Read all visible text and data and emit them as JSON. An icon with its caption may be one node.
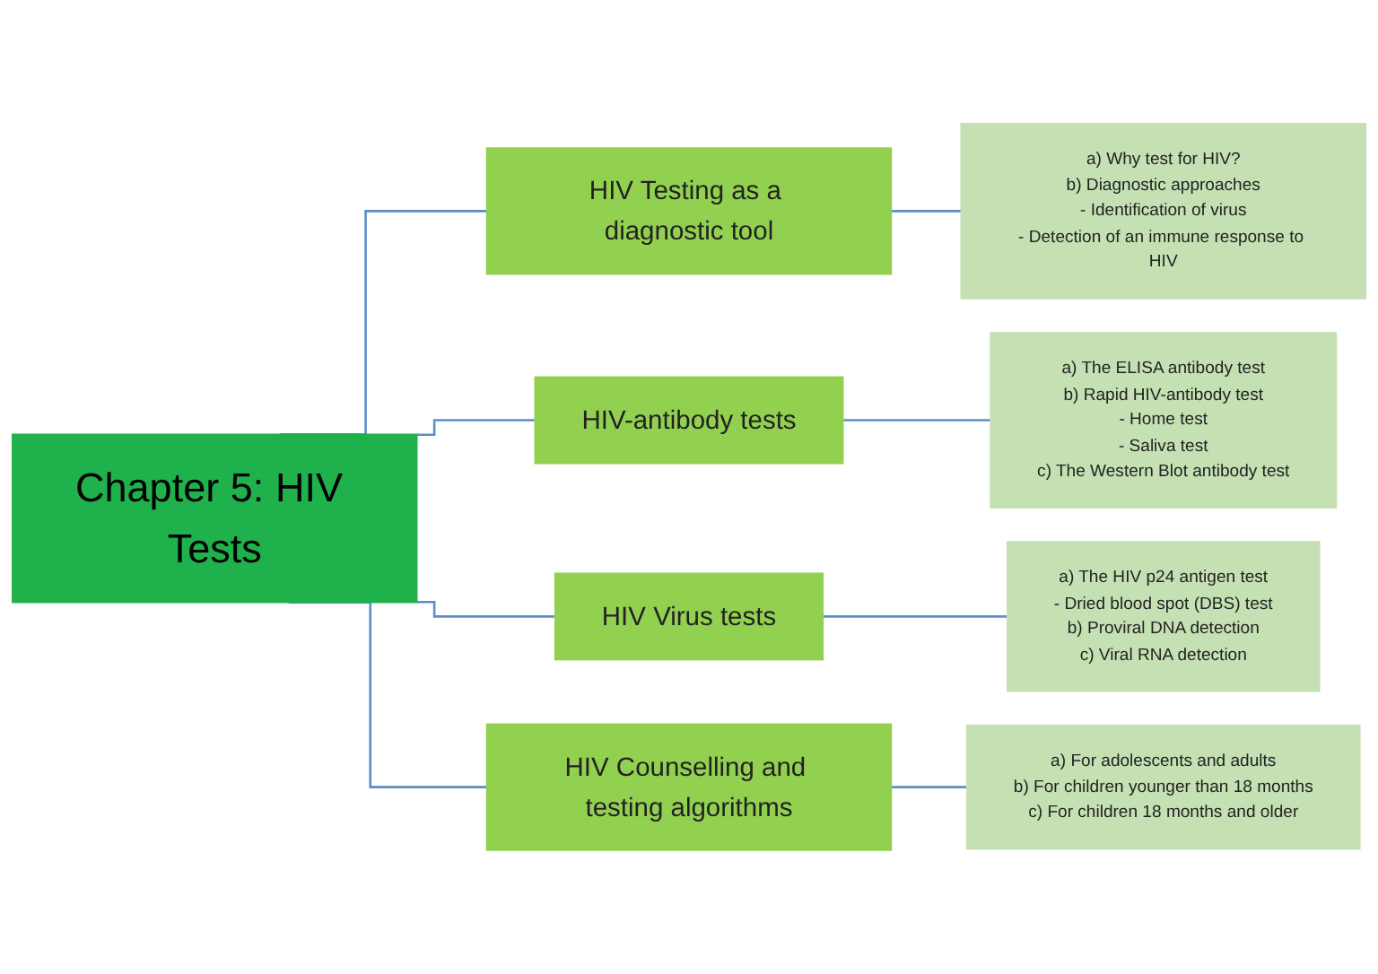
{
  "diagram": {
    "nodes": [
      {
        "text": [
          "Chapter 5: HIV Tests"
        ]
      },
      {
        "text": [
          "HIV Testing as a diagnostic tool"
        ]
      },
      {
        "text": [
          "HIV-antibody tests"
        ]
      },
      {
        "text": [
          "HIV Virus tests"
        ]
      },
      {
        "text": [
          "HIV Counselling and testing algorithms"
        ]
      },
      {
        "text": [
          "a) Why test for HIV?",
          "b) Diagnostic approaches",
          "- Identification of virus",
          "- Detection of an immune response to HIV"
        ]
      },
      {
        "text": [
          "a) The ELISA antibody test",
          "b) Rapid HIV-antibody test",
          "- Home test",
          "- Saliva test",
          "c) The Western Blot antibody test"
        ]
      },
      {
        "text": [
          "a) The HIV p24 antigen test",
          "- Dried blood spot (DBS) test",
          "b) Proviral DNA detection",
          "c) Viral RNA detection"
        ]
      },
      {
        "text": [
          "a) For adolescents and adults",
          "b) For children younger than 18 months",
          "c) For children 18 months and older"
        ]
      }
    ],
    "edges": [
      {
        "from": 0,
        "to": 1,
        "arrow": "none"
      },
      {
        "from": 0,
        "to": 2,
        "arrow": "none"
      },
      {
        "from": 0,
        "to": 3,
        "arrow": "none"
      },
      {
        "from": 0,
        "to": 4,
        "arrow": "none"
      },
      {
        "from": 1,
        "to": 5,
        "arrow": "none"
      },
      {
        "from": 2,
        "to": 6,
        "arrow": "none"
      },
      {
        "from": 3,
        "to": 7,
        "arrow": "none"
      },
      {
        "from": 4,
        "to": 8,
        "arrow": "none"
      }
    ]
  }
}
